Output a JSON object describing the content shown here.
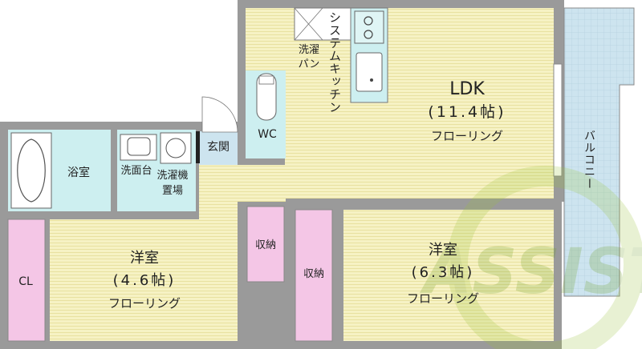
{
  "rooms": {
    "ldk": {
      "name": "LDK",
      "size": "(11.4帖)",
      "floor": "フローリング"
    },
    "western_room_1": {
      "name": "洋室",
      "size": "(4.6帖)",
      "floor": "フローリング"
    },
    "western_room_2": {
      "name": "洋室",
      "size": "(6.3帖)",
      "floor": "フローリング"
    },
    "bathroom": "浴室",
    "washbasin": "洗面台",
    "washer_space": [
      "洗濯機",
      "置場"
    ],
    "entrance": "玄関",
    "wc": "WC",
    "kitchen": "システムキッチン",
    "laundry_pan": [
      "洗濯",
      "パン"
    ],
    "balcony": "バルコニー",
    "closet": "CL",
    "storage_1": "収納",
    "storage_2": "収納"
  },
  "watermark": "ASSIST",
  "colors": {
    "wood_floor": "#f6f2c4",
    "wet_area": "#cdeff0",
    "storage": "#f4c6e6",
    "balcony": "#cde4ef",
    "wall": "#9a9a9a"
  }
}
